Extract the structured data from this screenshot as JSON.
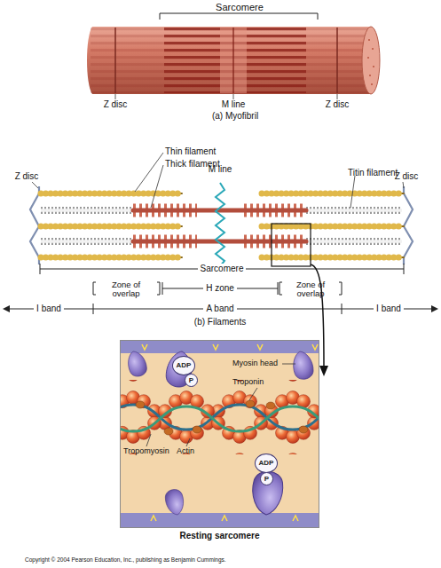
{
  "diagram": {
    "nodes": [
      {
        "text": [
          "Resting sarcomere"
        ]
      },
      {
        "text": [
          "ADP"
        ],
        "in": 0
      },
      {
        "text": [
          "P"
        ],
        "in": 0
      },
      {
        "text": [
          "ADP"
        ],
        "in": 0
      },
      {
        "text": [
          "P"
        ],
        "in": 0
      }
    ],
    "labels": [
      "Sarcomere",
      "Z disc",
      "M line",
      "Z disc",
      "(a) Myofibril",
      "Thin filament",
      "Thick filament",
      "M line",
      "Titin filament",
      "Z disc",
      "Z disc",
      "Sarcomere",
      "Zone of overlap",
      "H zone",
      "Zone of overlap",
      "I band",
      "A band",
      "I band",
      "(b) Filaments",
      "Myosin head",
      "Troponin",
      "Tropomyosin",
      "Actin",
      "Copyright © 2004 Pearson Education, Inc., publishing as Benjamin Cummings."
    ]
  }
}
